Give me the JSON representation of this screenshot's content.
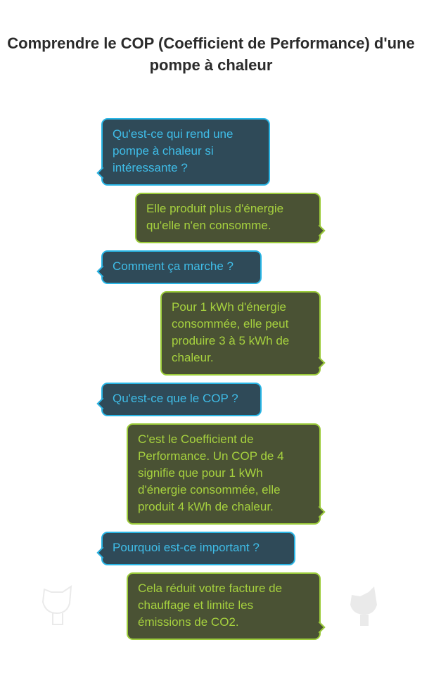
{
  "title": "Comprendre le COP (Coefficient de Performance) d'une pompe à chaleur",
  "messages": [
    {
      "role": "question",
      "text": "Qu'est-ce qui rend une pompe à chaleur si intéressante ?"
    },
    {
      "role": "answer",
      "text": "Elle produit plus d'énergie qu'elle n'en consomme."
    },
    {
      "role": "question",
      "text": "Comment ça marche ?"
    },
    {
      "role": "answer",
      "text": "Pour 1 kWh d'énergie consommée, elle peut produire 3 à 5 kWh de chaleur."
    },
    {
      "role": "question",
      "text": "Qu'est-ce que le COP ?"
    },
    {
      "role": "answer",
      "text": "C'est le Coefficient de Performance. Un COP de 4 signifie que pour 1 kWh d'énergie consommée, elle produit 4 kWh de chaleur."
    },
    {
      "role": "question",
      "text": "Pourquoi est-ce important ?"
    },
    {
      "role": "answer",
      "text": "Cela réduit votre facture de chauffage et limite les émissions de CO2."
    }
  ],
  "colors": {
    "question_bg": "#2f4a58",
    "question_border": "#29b6e6",
    "answer_bg": "#4a5234",
    "answer_border": "#9ccc3a"
  }
}
